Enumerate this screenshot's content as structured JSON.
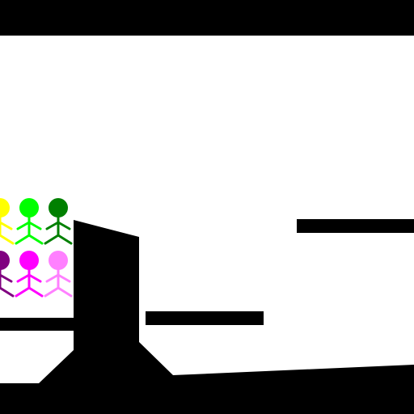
{
  "colors": {
    "background": "#ffffff",
    "terrain": "#000000"
  },
  "players": {
    "row_top": [
      {
        "id": "player-yellow",
        "color": "#ffff00"
      },
      {
        "id": "player-lime",
        "color": "#00ff00"
      },
      {
        "id": "player-green",
        "color": "#008000"
      }
    ],
    "row_bottom": [
      {
        "id": "player-purple",
        "color": "#800080"
      },
      {
        "id": "player-magenta",
        "color": "#ff00ff"
      },
      {
        "id": "player-pink",
        "color": "#ff80ff"
      }
    ]
  }
}
